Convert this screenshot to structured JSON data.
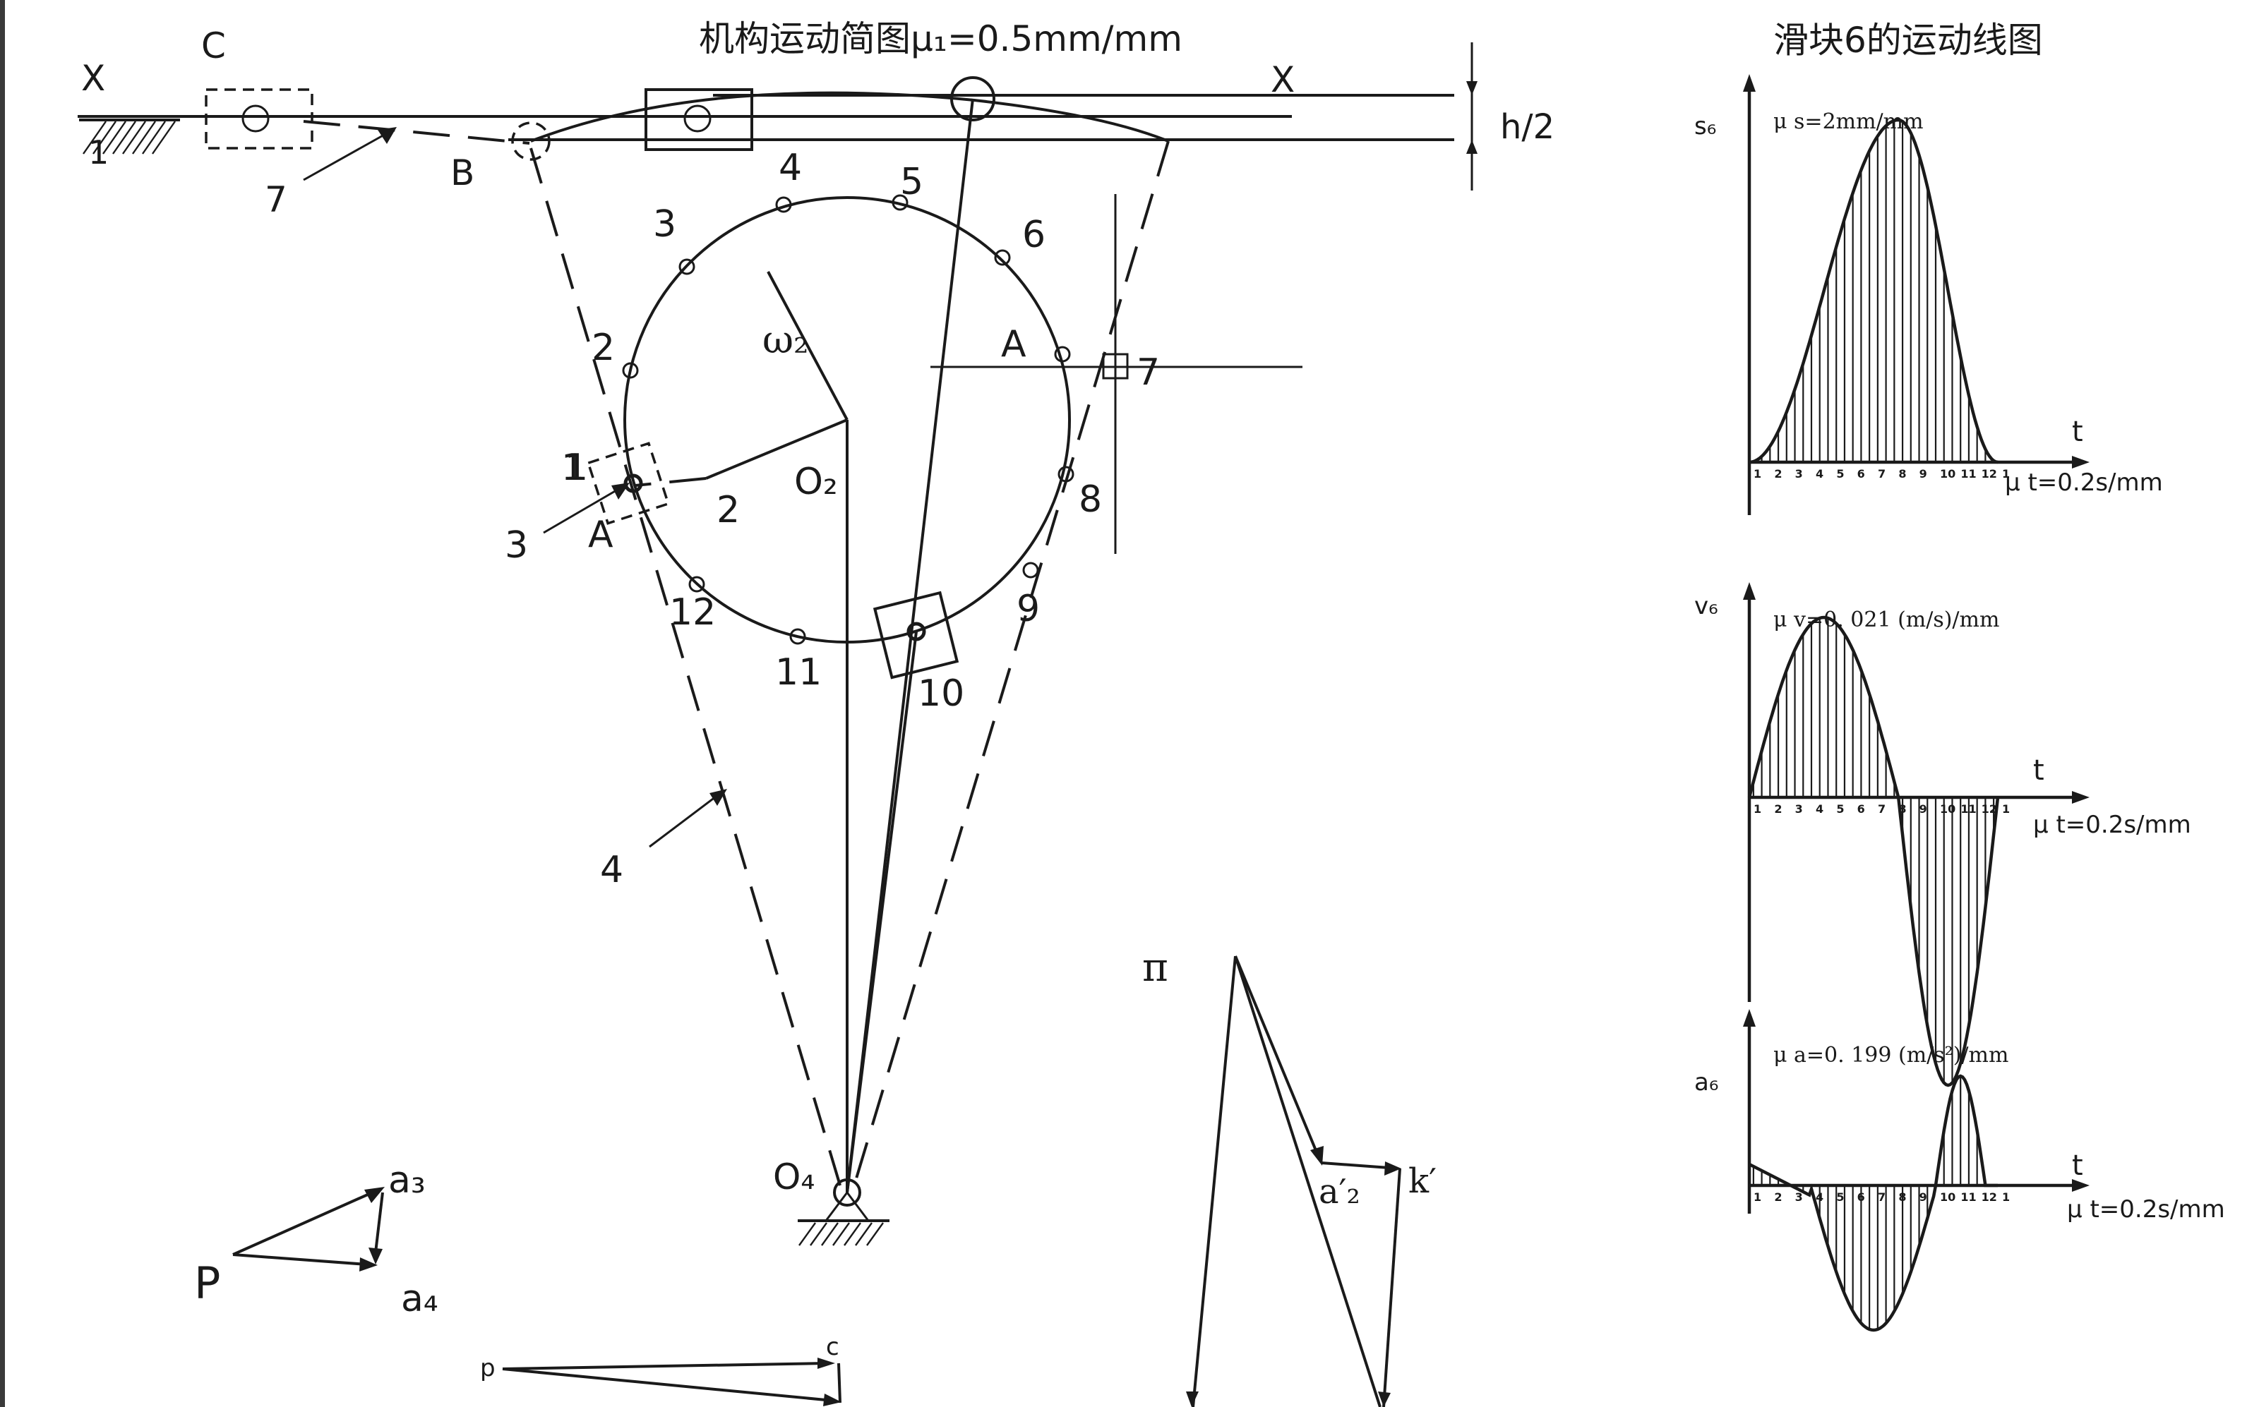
{
  "mechanism": {
    "title": "机构运动简图μ₁=0.5mm/mm",
    "labels": {
      "x_left": "X",
      "x_right": "X",
      "c": "C",
      "b": "B",
      "ground_1": "1",
      "link_7": "7",
      "h_half": "h/2",
      "omega2": "ω₂",
      "o2": "O₂",
      "o4": "O₄",
      "a_left": "A",
      "a_right": "A",
      "link_1": "1",
      "link_2": "2",
      "link_3": "3",
      "link_4": "4",
      "slider_7": "7"
    },
    "positions": [
      "1",
      "2",
      "3",
      "4",
      "5",
      "6",
      "7",
      "8",
      "9",
      "10",
      "11",
      "12"
    ]
  },
  "velocity_polygon": {
    "p": "P",
    "a3": "a₃",
    "a4": "a₄",
    "small_p": "p",
    "small_c": "c"
  },
  "acceleration_polygon": {
    "pi": "π",
    "a2_prime": "a′₂",
    "k_prime": "k′"
  },
  "motion_charts": {
    "title": "滑块6的运动线图",
    "charts": [
      {
        "key": "s",
        "ylabel": "s₆",
        "scale": "μ s=2mm/mm",
        "xlabel": "t",
        "time_scale": "μ t=0.2s/mm",
        "ticks": [
          "1",
          "2",
          "3",
          "4",
          "5",
          "6",
          "7",
          "8",
          "9",
          "10",
          "11",
          "12",
          "1"
        ]
      },
      {
        "key": "v",
        "ylabel": "v₆",
        "scale": "μ v=0. 021 (m/s)/mm",
        "xlabel": "t",
        "time_scale": "μ t=0.2s/mm",
        "ticks": [
          "1",
          "2",
          "3",
          "4",
          "5",
          "6",
          "7",
          "8",
          "9",
          "10",
          "11",
          "12",
          "1"
        ]
      },
      {
        "key": "a",
        "ylabel": "a₆",
        "scale": "μ a=0. 199 (m/s²)/mm",
        "xlabel": "t",
        "time_scale": "μ t=0.2s/mm",
        "ticks": [
          "1",
          "2",
          "3",
          "4",
          "5",
          "6",
          "7",
          "8",
          "9",
          "10",
          "11",
          "12",
          "1"
        ]
      }
    ]
  }
}
